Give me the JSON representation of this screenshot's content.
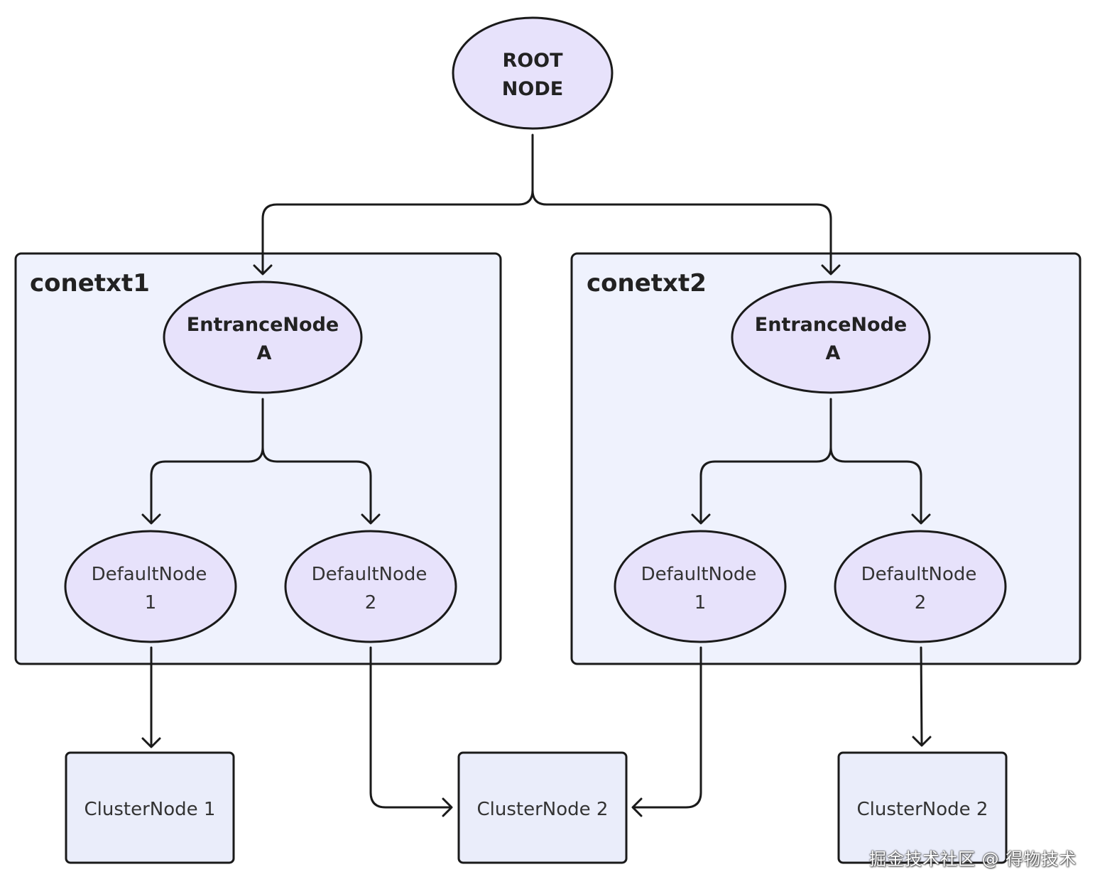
{
  "containers": {
    "c1": {
      "title": "conetxt1"
    },
    "c2": {
      "title": "conetxt2"
    }
  },
  "nodes": {
    "root": {
      "line1": "ROOT",
      "line2": "NODE"
    },
    "entrance1": {
      "line1": "EntranceNode",
      "line2": "A"
    },
    "entrance2": {
      "line1": "EntranceNode",
      "line2": "A"
    },
    "default1a": {
      "line1": "DefaultNode",
      "line2": "1"
    },
    "default1b": {
      "line1": "DefaultNode",
      "line2": "2"
    },
    "default2a": {
      "line1": "DefaultNode",
      "line2": "1"
    },
    "default2b": {
      "line1": "DefaultNode",
      "line2": "2"
    },
    "cluster1": {
      "label": "ClusterNode 1"
    },
    "cluster2": {
      "label": "ClusterNode 2"
    },
    "cluster3": {
      "label": "ClusterNode 2"
    }
  },
  "watermark": "掘金技术社区 @ 得物技术",
  "colors": {
    "container_fill": "#eff2fd",
    "ellipse_fill": "#e7e2fb",
    "rect_fill": "#eaedfa",
    "stroke": "#1a1a1a"
  }
}
